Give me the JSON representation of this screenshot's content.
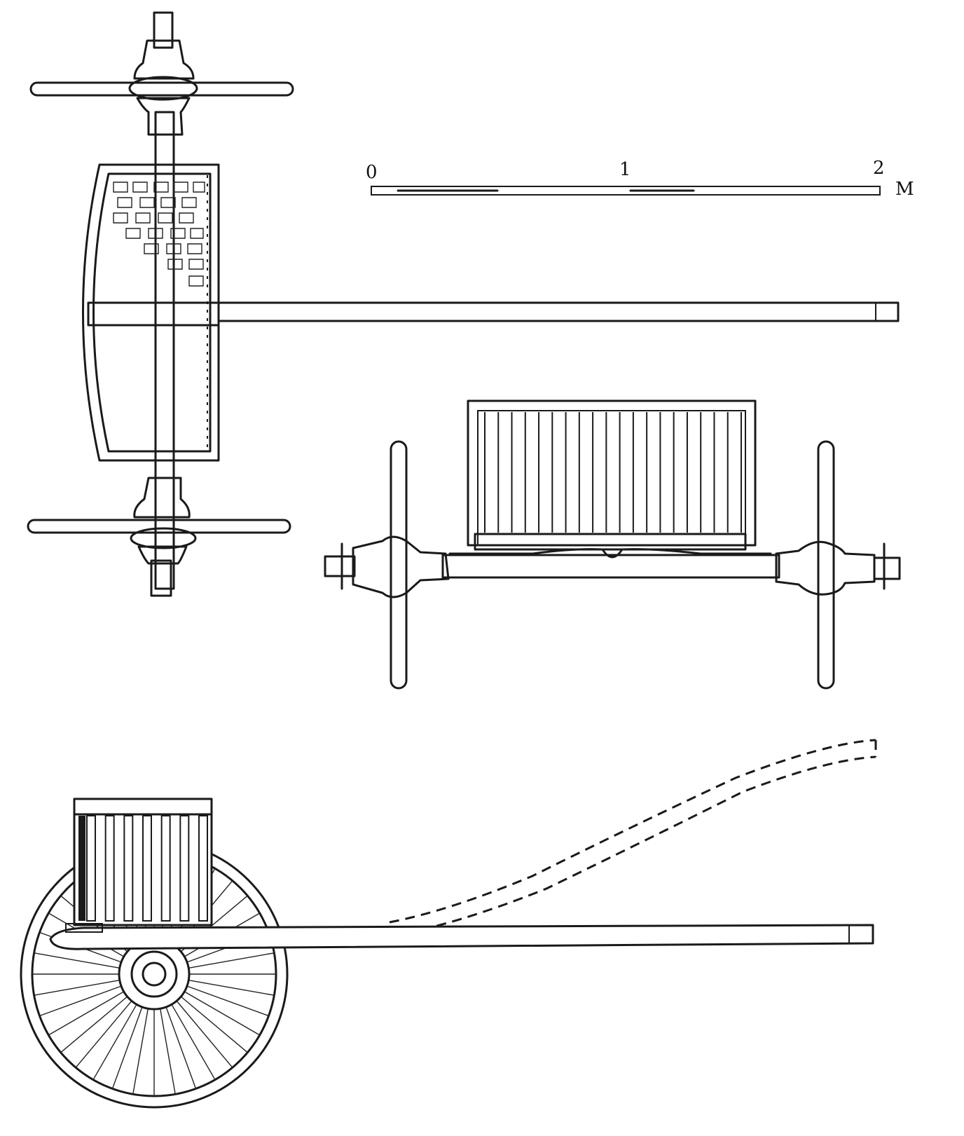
{
  "scale_bar": {
    "ticks": [
      "0",
      "1",
      "2"
    ],
    "unit": "M"
  },
  "views": [
    {
      "name": "plan-view",
      "wheel_spokes": 0
    },
    {
      "name": "rear-view",
      "box_slats": 20
    },
    {
      "name": "side-view",
      "wheel_spokes": 36,
      "box_posts": 7
    }
  ]
}
